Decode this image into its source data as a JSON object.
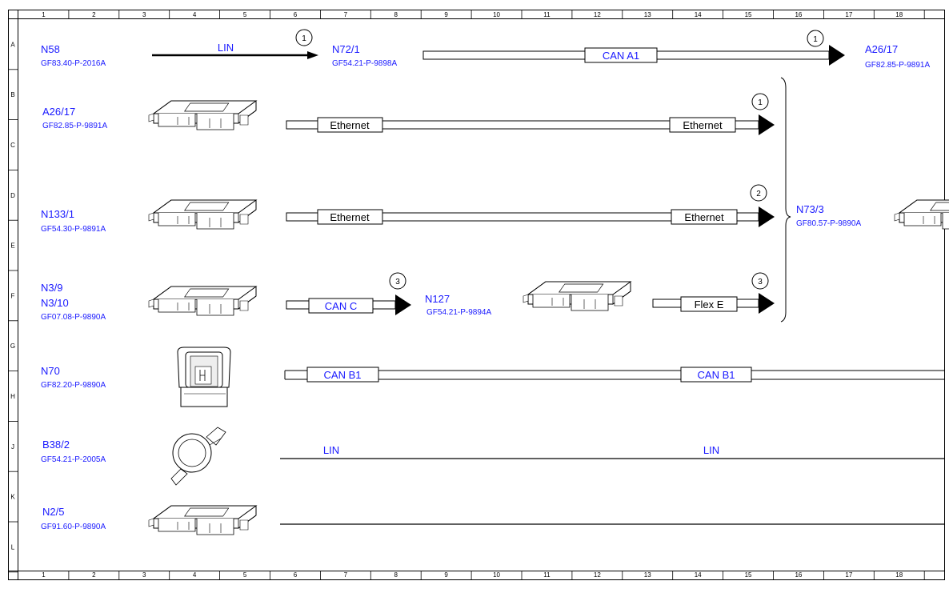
{
  "ruler": {
    "columns": [
      "1",
      "2",
      "3",
      "4",
      "5",
      "6",
      "7",
      "8",
      "9",
      "10",
      "11",
      "12",
      "13",
      "14",
      "15",
      "16",
      "17",
      "18"
    ],
    "rows": [
      "A",
      "B",
      "C",
      "D",
      "E",
      "F",
      "G",
      "H",
      "J",
      "K",
      "L"
    ]
  },
  "components": {
    "n58": {
      "id": "N58",
      "doc": "GF83.40-P-2016A"
    },
    "n72_1": {
      "id": "N72/1",
      "doc": "GF54.21-P-9898A"
    },
    "a26_17_top": {
      "id": "A26/17",
      "doc": "GF82.85-P-9891A"
    },
    "a26_17": {
      "id": "A26/17",
      "doc": "GF82.85-P-9891A"
    },
    "n133_1": {
      "id": "N133/1",
      "doc": "GF54.30-P-9891A"
    },
    "n3_9": {
      "id": "N3/9",
      "id2": "N3/10",
      "doc": "GF07.08-P-9890A"
    },
    "n127": {
      "id": "N127",
      "doc": "GF54.21-P-9894A"
    },
    "n73_3": {
      "id": "N73/3",
      "doc": "GF80.57-P-9890A"
    },
    "n70": {
      "id": "N70",
      "doc": "GF82.20-P-9890A"
    },
    "b38_2": {
      "id": "B38/2",
      "doc": "GF54.21-P-2005A"
    },
    "n2_5": {
      "id": "N2/5",
      "doc": "GF91.60-P-9890A"
    }
  },
  "buses": {
    "lin_top": "LIN",
    "can_a1": "CAN A1",
    "eth1_left": "Ethernet",
    "eth1_right": "Ethernet",
    "eth2_left": "Ethernet",
    "eth2_right": "Ethernet",
    "can_c": "CAN C",
    "flex_e": "Flex E",
    "can_b1_left": "CAN B1",
    "can_b1_right": "CAN B1",
    "lin_j_left": "LIN",
    "lin_j_right": "LIN"
  },
  "refs": {
    "lin_top": "1",
    "can_a1": "1",
    "eth1": "1",
    "eth2": "2",
    "can_c": "3",
    "flex_e": "3"
  }
}
